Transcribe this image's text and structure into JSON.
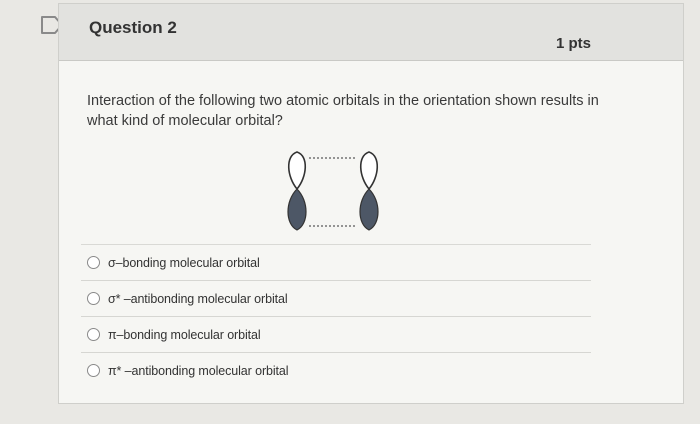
{
  "question": {
    "title": "Question 2",
    "points": "1 pts",
    "text": "Interaction of the following two atomic orbitals in the orientation shown results in what kind of molecular orbital?"
  },
  "answers": [
    {
      "label": "σ–bonding molecular orbital"
    },
    {
      "label": "σ* –antibonding molecular orbital"
    },
    {
      "label": "π–bonding molecular orbital"
    },
    {
      "label": "π* –antibonding molecular orbital"
    }
  ],
  "colors": {
    "header_bg": "#e2e2df",
    "card_bg": "#f6f6f3",
    "page_bg": "#e9e8e4",
    "lobe_shaded": "#4d5766"
  },
  "icons": {
    "flag": "bookmark-flag-icon",
    "orbital_left": "p-orbital-icon",
    "orbital_right": "p-orbital-icon"
  }
}
